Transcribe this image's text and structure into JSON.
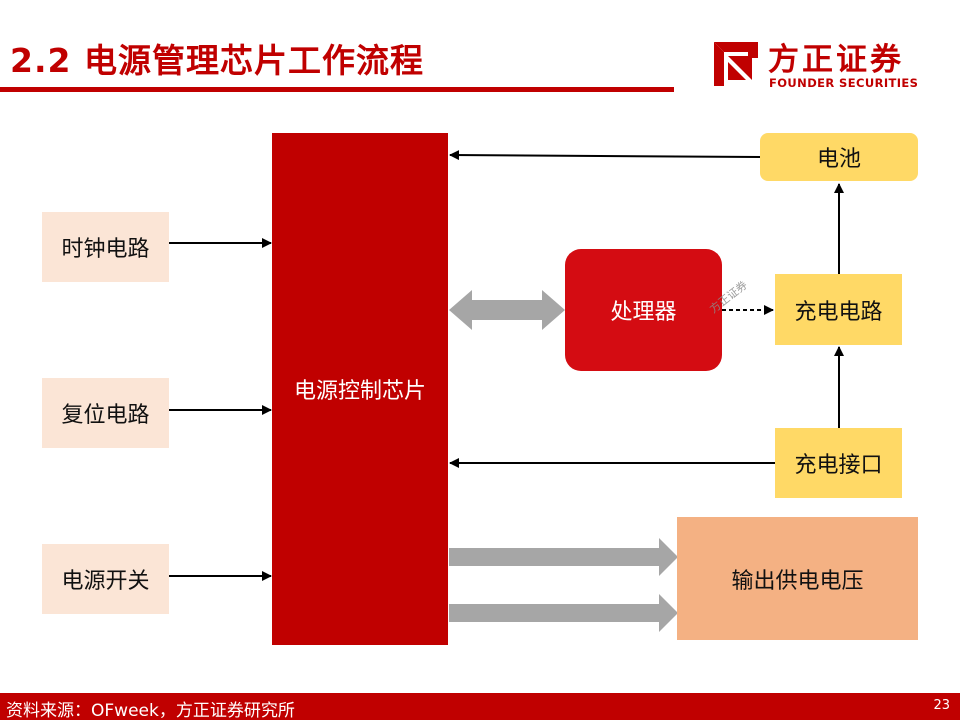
{
  "header": {
    "title": "2.2 电源管理芯片工作流程",
    "logo_cn": "方正证券",
    "logo_en": "FOUNDER SECURITIES"
  },
  "diagram": {
    "inputs": {
      "clock": "时钟电路",
      "reset": "复位电路",
      "power_switch": "电源开关"
    },
    "control_chip": "电源控制芯片",
    "processor": "处理器",
    "battery": "电池",
    "charging_circuit": "充电电路",
    "charging_port": "充电接口",
    "output_voltage": "输出供电电压",
    "watermark": "方正证券"
  },
  "footer": {
    "source": "资料来源：OFweek，方正证券研究所",
    "page_number": "23"
  },
  "colors": {
    "brand_red": "#c00000",
    "processor_red": "#d40c12",
    "peach": "#fbe5d6",
    "yellow": "#ffd966",
    "orange": "#f4b183",
    "gray_arrow": "#a6a6a6"
  }
}
